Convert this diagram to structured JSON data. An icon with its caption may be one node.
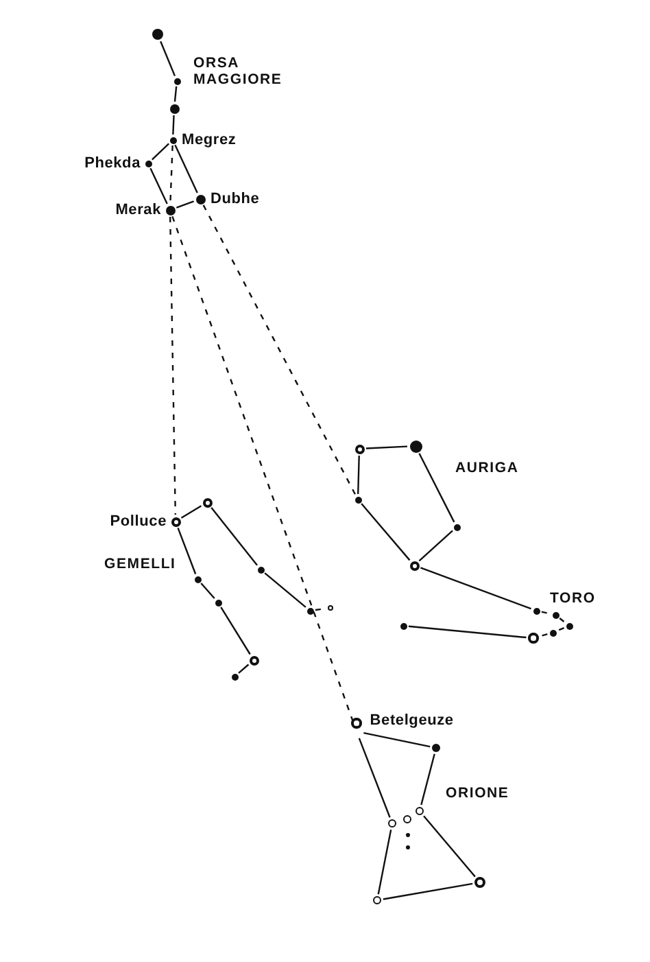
{
  "diagram": {
    "nodes": [
      {
        "text": [],
        "shape": "circle"
      },
      {
        "text": [],
        "shape": "circle"
      },
      {
        "text": [],
        "shape": "circle"
      },
      {
        "text": [],
        "shape": "circle",
        "beside": [
          "Megrez"
        ]
      },
      {
        "text": [],
        "shape": "circle",
        "beside": [
          "Phekda"
        ]
      },
      {
        "text": [],
        "shape": "circle",
        "beside": [
          "Merak"
        ]
      },
      {
        "text": [],
        "shape": "circle",
        "beside": [
          "Dubhe"
        ]
      },
      {
        "text": [],
        "shape": "circle"
      },
      {
        "text": [],
        "shape": "circle"
      },
      {
        "text": [],
        "shape": "circle"
      },
      {
        "text": [],
        "shape": "circle"
      },
      {
        "text": [],
        "shape": "circle"
      },
      {
        "text": [],
        "shape": "circle",
        "beside": [
          "Polluce"
        ]
      },
      {
        "text": [],
        "shape": "circle"
      },
      {
        "text": [],
        "shape": "circle"
      },
      {
        "text": [],
        "shape": "circle"
      },
      {
        "text": [],
        "shape": "circle"
      },
      {
        "text": [],
        "shape": "circle"
      },
      {
        "text": [],
        "shape": "circle"
      },
      {
        "text": [],
        "shape": "circle"
      },
      {
        "text": [],
        "shape": "circle"
      },
      {
        "text": [],
        "shape": "circle"
      },
      {
        "text": [],
        "shape": "circle"
      },
      {
        "text": [],
        "shape": "circle"
      },
      {
        "text": [],
        "shape": "circle"
      },
      {
        "text": [],
        "shape": "circle"
      },
      {
        "text": [],
        "shape": "circle"
      },
      {
        "text": [],
        "shape": "circle",
        "beside": [
          "Betelgeuze"
        ]
      },
      {
        "text": [],
        "shape": "circle"
      },
      {
        "text": [],
        "shape": "circle"
      },
      {
        "text": [],
        "shape": "circle"
      },
      {
        "text": [],
        "shape": "circle"
      },
      {
        "text": [],
        "shape": "circle"
      },
      {
        "text": [],
        "shape": "circle"
      },
      {
        "text": [],
        "shape": "circle"
      },
      {
        "text": [],
        "shape": "circle"
      }
    ],
    "edges": [
      {
        "from": 0,
        "to": 1,
        "arrow": "none"
      },
      {
        "from": 1,
        "to": 2,
        "arrow": "none"
      },
      {
        "from": 2,
        "to": 3,
        "arrow": "none"
      },
      {
        "from": 3,
        "to": 4,
        "arrow": "none"
      },
      {
        "from": 4,
        "to": 5,
        "arrow": "none"
      },
      {
        "from": 5,
        "to": 6,
        "arrow": "none"
      },
      {
        "from": 6,
        "to": 3,
        "arrow": "none"
      },
      {
        "from": 3,
        "to": 5,
        "arrow": "none",
        "style": "dashed"
      },
      {
        "from": 5,
        "to": 12,
        "arrow": "none",
        "style": "dashed"
      },
      {
        "from": 5,
        "to": 27,
        "arrow": "none",
        "style": "dashed"
      },
      {
        "from": 6,
        "to": 9,
        "arrow": "none",
        "style": "dashed"
      },
      {
        "from": 7,
        "to": 8,
        "arrow": "none"
      },
      {
        "from": 7,
        "to": 9,
        "arrow": "none"
      },
      {
        "from": 8,
        "to": 10,
        "arrow": "none"
      },
      {
        "from": 10,
        "to": 14,
        "arrow": "none"
      },
      {
        "from": 14,
        "to": 9,
        "arrow": "none"
      },
      {
        "from": 14,
        "to": 19,
        "arrow": "none"
      },
      {
        "from": 19,
        "to": 20,
        "arrow": "none",
        "style": "dashed"
      },
      {
        "from": 20,
        "to": 21,
        "arrow": "none",
        "style": "dashed"
      },
      {
        "from": 21,
        "to": 23,
        "arrow": "none",
        "style": "dashed"
      },
      {
        "from": 23,
        "to": 24,
        "arrow": "none",
        "style": "dashed"
      },
      {
        "from": 24,
        "to": 22,
        "arrow": "none"
      },
      {
        "from": 12,
        "to": 11,
        "arrow": "none"
      },
      {
        "from": 11,
        "to": 13,
        "arrow": "none"
      },
      {
        "from": 13,
        "to": 17,
        "arrow": "none"
      },
      {
        "from": 17,
        "to": 18,
        "arrow": "none",
        "style": "dashed"
      },
      {
        "from": 12,
        "to": 15,
        "arrow": "none"
      },
      {
        "from": 15,
        "to": 16,
        "arrow": "none"
      },
      {
        "from": 16,
        "to": 25,
        "arrow": "none"
      },
      {
        "from": 25,
        "to": 26,
        "arrow": "none"
      },
      {
        "from": 27,
        "to": 28,
        "arrow": "none"
      },
      {
        "from": 28,
        "to": 29,
        "arrow": "none"
      },
      {
        "from": 27,
        "to": 31,
        "arrow": "none"
      },
      {
        "from": 31,
        "to": 35,
        "arrow": "none"
      },
      {
        "from": 35,
        "to": 34,
        "arrow": "none"
      },
      {
        "from": 34,
        "to": 29,
        "arrow": "none"
      }
    ],
    "labels": [
      "ORSA MAGGIORE",
      "AURIGA",
      "GEMELLI",
      "TORO",
      "ORIONE"
    ]
  }
}
